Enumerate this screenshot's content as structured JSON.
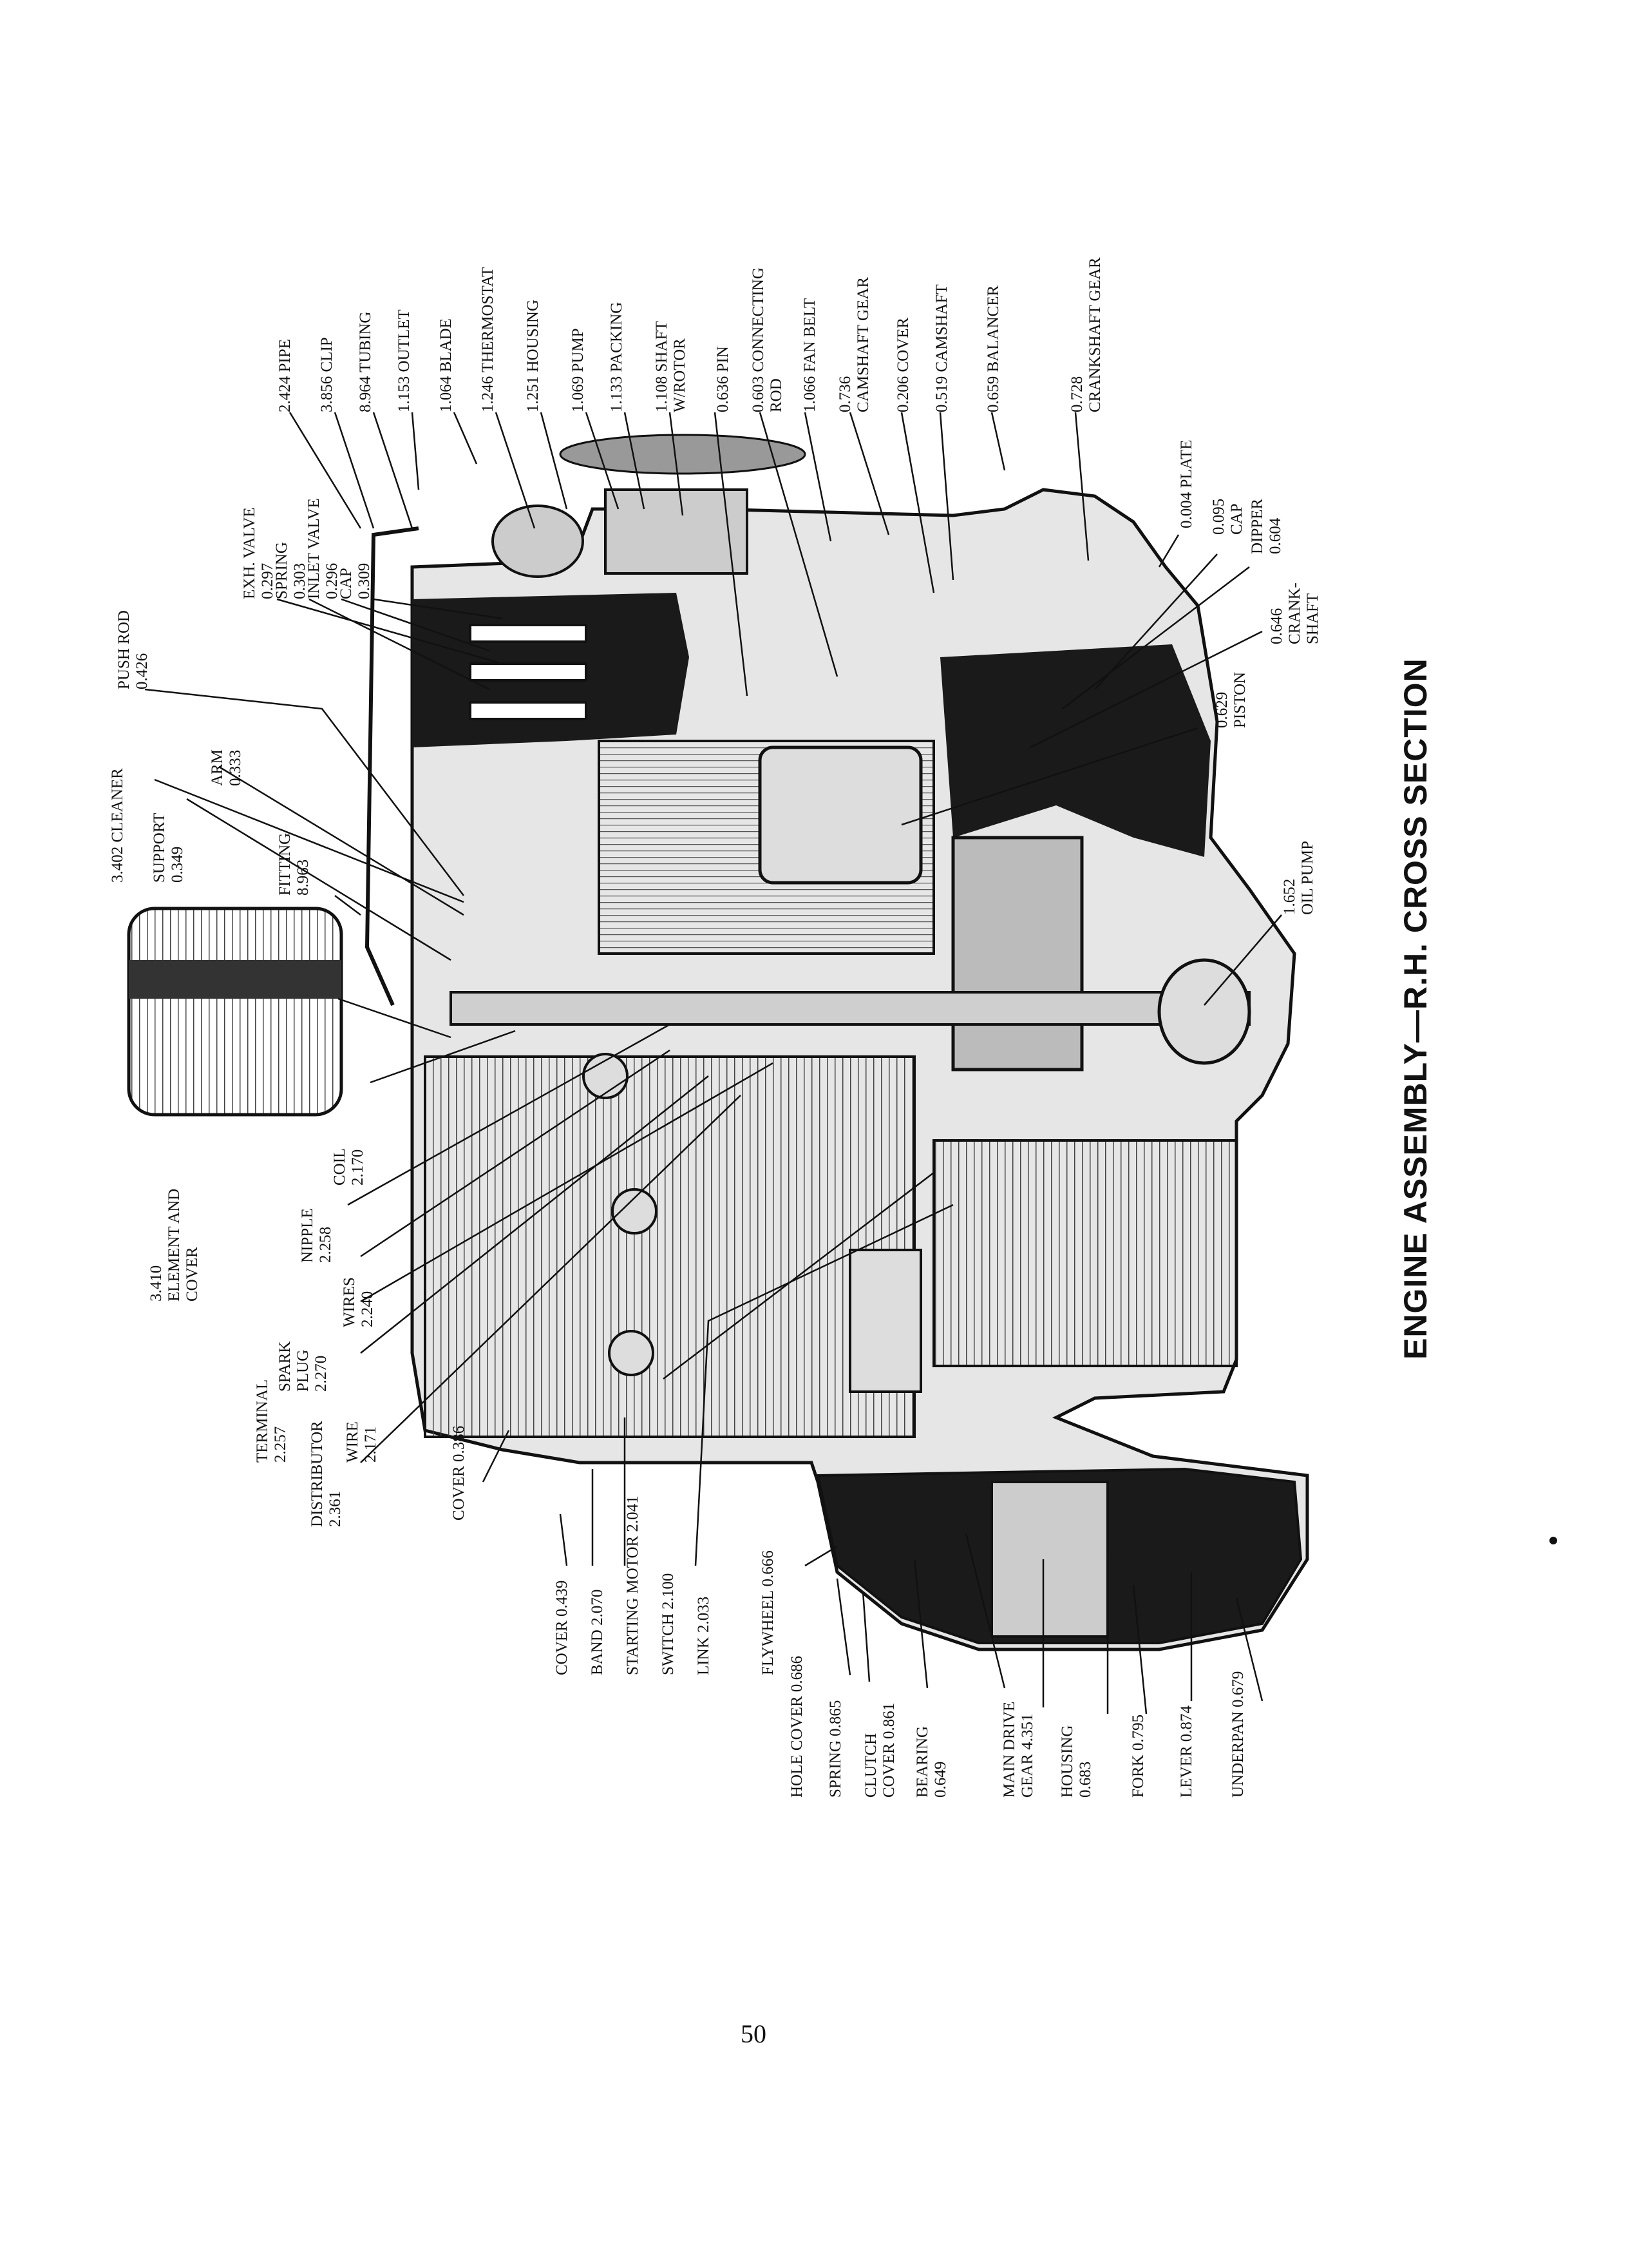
{
  "title": "ENGINE ASSEMBLY—R.H. CROSS SECTION",
  "page_number": "50",
  "callouts": {
    "exh_valve": [
      "EXH. VALVE",
      "0.297"
    ],
    "spring_top": [
      "SPRING",
      "0.303"
    ],
    "inlet_valve": [
      "INLET VALVE",
      "0.296"
    ],
    "cap_top": [
      "CAP",
      "0.309"
    ],
    "push_rod": [
      "PUSH ROD",
      "0.426"
    ],
    "cleaner": [
      "3.402 CLEANER"
    ],
    "support": [
      "SUPPORT",
      "0.349"
    ],
    "arm": [
      "ARM",
      "0.333"
    ],
    "fitting": [
      "FITTING",
      "8.963"
    ],
    "element": [
      "3.410",
      "ELEMENT AND",
      "COVER"
    ],
    "coil": [
      "COIL",
      "2.170"
    ],
    "nipple": [
      "NIPPLE",
      "2.258"
    ],
    "wires": [
      "WIRES",
      "2.240"
    ],
    "spark_plug": [
      "SPARK",
      "PLUG",
      "2.270"
    ],
    "terminal": [
      "TERMINAL",
      "2.257"
    ],
    "wire": [
      "WIRE",
      "2.171"
    ],
    "distributor": [
      "DISTRIBUTOR",
      "2.361"
    ],
    "cover_386": [
      "COVER 0.386"
    ],
    "cover_439": [
      "COVER 0.439"
    ],
    "band": [
      "BAND 2.070"
    ],
    "starting_motor": [
      "STARTING MOTOR 2.041"
    ],
    "switch": [
      "SWITCH 2.100"
    ],
    "link": [
      "LINK 2.033"
    ],
    "flywheel": [
      "FLYWHEEL 0.666"
    ],
    "hole_cover": [
      "HOLE COVER 0.686"
    ],
    "spring_bottom": [
      "SPRING 0.865"
    ],
    "clutch_cover": [
      "CLUTCH",
      "COVER  0.861"
    ],
    "bearing": [
      "BEARING",
      "0.649"
    ],
    "main_drive_gear": [
      "MAIN DRIVE",
      "GEAR 4.351"
    ],
    "housing_bottom": [
      "HOUSING",
      "0.683"
    ],
    "fork": [
      "FORK 0.795"
    ],
    "lever": [
      "LEVER 0.874"
    ],
    "underpan": [
      "UNDERPAN 0.679"
    ],
    "pipe": [
      "2.424 PIPE"
    ],
    "clip": [
      "3.856 CLIP"
    ],
    "tubing": [
      "8.964 TUBING"
    ],
    "outlet": [
      "1.153 OUTLET"
    ],
    "blade": [
      "1.064 BLADE"
    ],
    "thermostat": [
      "1.246 THERMOSTAT"
    ],
    "housing_top": [
      "1.251 HOUSING"
    ],
    "pump": [
      "1.069 PUMP"
    ],
    "packing": [
      "1.133 PACKING"
    ],
    "shaft": [
      "1.108 SHAFT",
      "W/ROTOR"
    ],
    "pin": [
      "0.636 PIN"
    ],
    "connecting_rod": [
      "0.603 CONNECTING",
      "ROD"
    ],
    "fan_belt": [
      "1.066 FAN BELT"
    ],
    "camshaft_gear": [
      "0.736",
      "CAMSHAFT GEAR"
    ],
    "cover_206": [
      "0.206 COVER"
    ],
    "camshaft": [
      "0.519 CAMSHAFT"
    ],
    "balancer": [
      "0.659 BALANCER"
    ],
    "crankshaft_gear": [
      "0.728",
      "CRANKSHAFT GEAR"
    ],
    "plate": [
      "0.004 PLATE"
    ],
    "cap_095": [
      "0.095",
      "CAP"
    ],
    "dipper": [
      "DIPPER",
      "0.604"
    ],
    "crankshaft": [
      "0.646",
      "CRANK-",
      "SHAFT"
    ],
    "piston": [
      "0.629",
      "PISTON"
    ],
    "oil_pump": [
      "1.652",
      "OIL PUMP"
    ]
  }
}
